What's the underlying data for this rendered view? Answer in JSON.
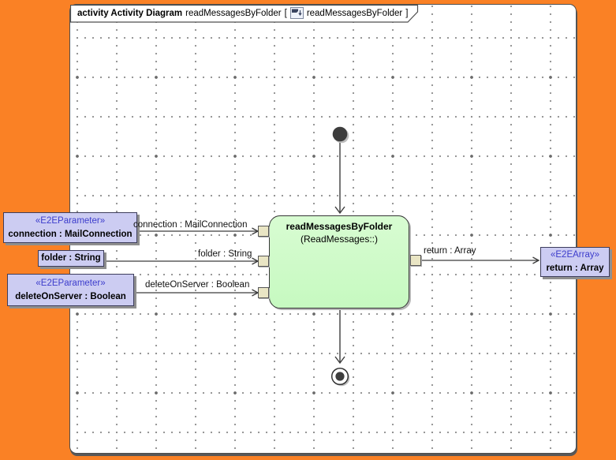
{
  "colors": {
    "desktop_orange": "#fa8125",
    "activity_fill": "#c9fac4",
    "parameter_box_fill": "#ccccf2",
    "pin_fill": "#e9e5c4",
    "stereotype_text": "#3c3ccc"
  },
  "frame": {
    "heading_bold": "activity Activity Diagram",
    "diagram_name": "readMessagesByFolder",
    "bracket_open": "[",
    "icon": "activity-diagram-icon",
    "context_name": "readMessagesByFolder",
    "bracket_close": "]"
  },
  "activity": {
    "name": "readMessagesByFolder",
    "namespace": "(ReadMessages::)"
  },
  "parameters": [
    {
      "stereotype": "«E2EParameter»",
      "name": "connection : MailConnection",
      "edge_label": "connection : MailConnection"
    },
    {
      "name": "folder : String",
      "edge_label": "folder : String"
    },
    {
      "stereotype": "«E2EParameter»",
      "name": "deleteOnServer : Boolean",
      "edge_label": "deleteOnServer : Boolean"
    }
  ],
  "result": {
    "stereotype": "«E2EArray»",
    "name": "return : Array",
    "edge_label": "return : Array"
  }
}
